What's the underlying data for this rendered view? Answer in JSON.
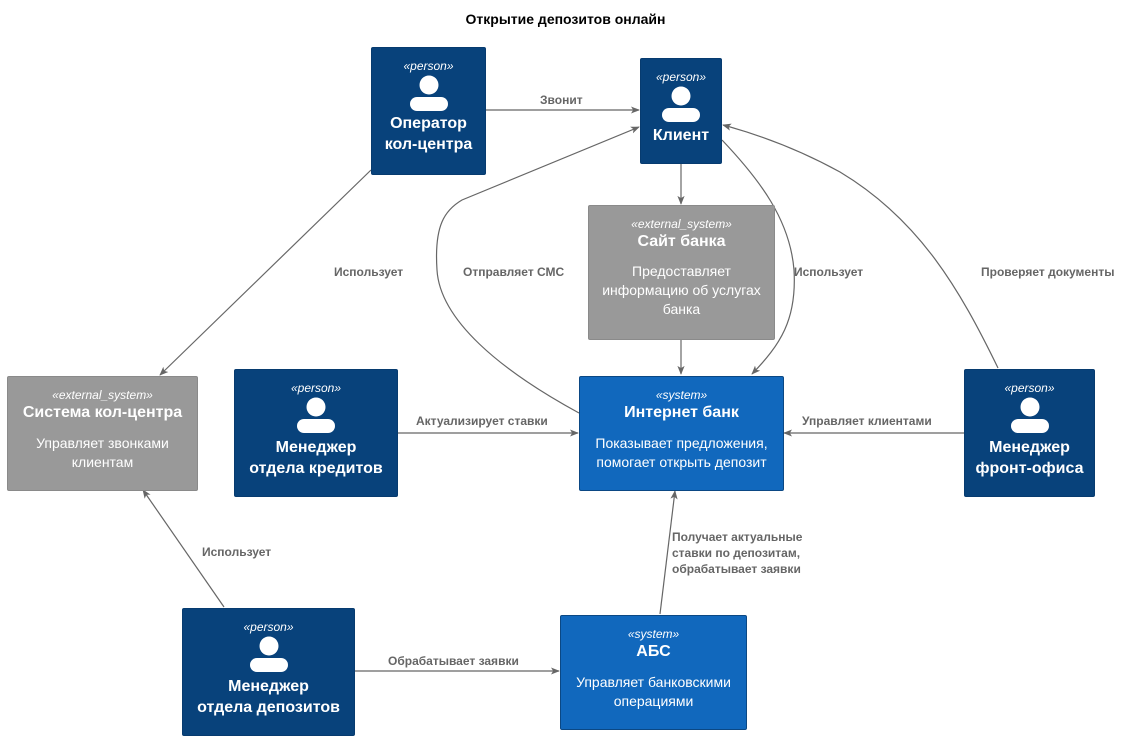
{
  "title": "Открытие депозитов онлайн",
  "colors": {
    "person": "#08427b",
    "system": "#1168bd",
    "external_system": "#999999",
    "edge": "#666666"
  },
  "nodes": {
    "operator": {
      "stereotype": "«person»",
      "name_line1": "Оператор",
      "name_line2": "кол-центра"
    },
    "client": {
      "stereotype": "«person»",
      "name": "Клиент"
    },
    "bank_site": {
      "stereotype": "«external_system»",
      "name": "Сайт банка",
      "desc_line1": "Предоставляет",
      "desc_line2": "информацию об услугах",
      "desc_line3": "банка"
    },
    "call_center": {
      "stereotype": "«external_system»",
      "name": "Система кол-центра",
      "desc_line1": "Управляет звонками",
      "desc_line2": "клиентам"
    },
    "credit_manager": {
      "stereotype": "«person»",
      "name_line1": "Менеджер",
      "name_line2": "отдела кредитов"
    },
    "internet_bank": {
      "stereotype": "«system»",
      "name": "Интернет банк",
      "desc_line1": "Показывает предложения,",
      "desc_line2": "помогает открыть депозит"
    },
    "front_manager": {
      "stereotype": "«person»",
      "name_line1": "Менеджер",
      "name_line2": "фронт-офиса"
    },
    "deposit_manager": {
      "stereotype": "«person»",
      "name_line1": "Менеджер",
      "name_line2": "отдела депозитов"
    },
    "abs": {
      "stereotype": "«system»",
      "name": "АБС",
      "desc_line1": "Управляет банковскими",
      "desc_line2": "операциями"
    }
  },
  "edges": {
    "calls": "Звонит",
    "operator_uses": "Использует",
    "sends_sms": "Отправляет СМС",
    "client_uses": "Использует",
    "checks_docs": "Проверяет документы",
    "updates_rates": "Актуализирует ставки",
    "manages_clients": "Управляет клиентами",
    "gets_rates_line1": "Получает актуальные",
    "gets_rates_line2": "ставки по депозитам,",
    "gets_rates_line3": "обрабатывает заявки",
    "deposit_uses": "Использует",
    "processes_requests": "Обрабатывает заявки"
  }
}
